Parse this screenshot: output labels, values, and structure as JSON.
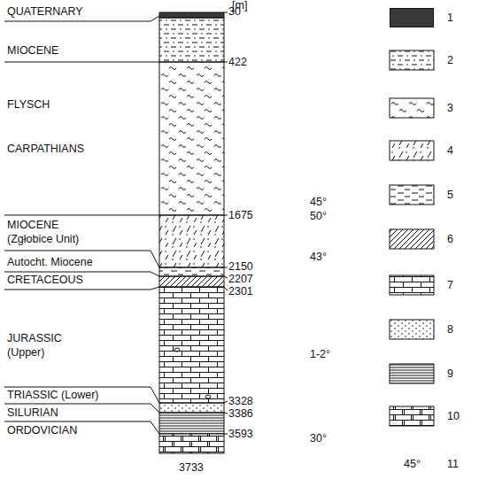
{
  "diagram": {
    "labels": [
      "[m]",
      "QUATERNARY",
      "30",
      "MIOCENE",
      "422",
      "FLYSCH",
      "CARPATHIANS",
      "45°",
      "50°",
      "1675",
      "MIOCENE",
      "(Zgłobice Unit)",
      "43°",
      "2150",
      "Autocht. Miocene",
      "2207",
      "CRETACEOUS",
      "2301",
      "JURASSIC",
      "(Upper)",
      "1-2°",
      "TRIASSIC (Lower)",
      "3328",
      "3386",
      "SILURIAN",
      "30°",
      "3593",
      "ORDOVICIAN",
      "3733",
      "45°"
    ],
    "legend": [
      {
        "text": "1",
        "color": "#3a3a3a"
      },
      {
        "text": "2"
      },
      {
        "text": "3"
      },
      {
        "text": "4"
      },
      {
        "text": "5"
      },
      {
        "text": "6"
      },
      {
        "text": "7"
      },
      {
        "text": "8"
      },
      {
        "text": "9"
      },
      {
        "text": "10"
      },
      {
        "text": "11"
      }
    ]
  }
}
